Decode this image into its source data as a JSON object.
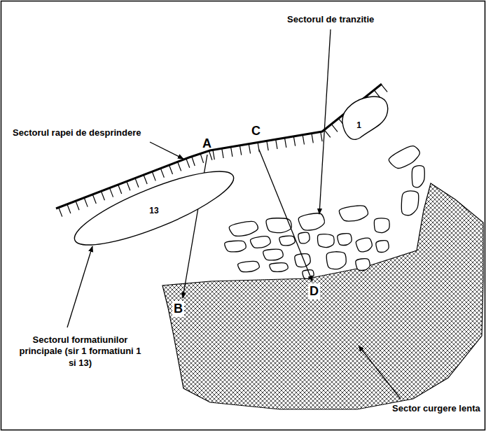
{
  "diagram": {
    "nodes": [
      {
        "text": [
          "1"
        ]
      },
      {
        "text": [
          "13"
        ]
      }
    ],
    "labels": [
      "Sectorul rapei de desprindere",
      "A",
      "C",
      "Sectorul de tranzitie",
      "Sectorul formatiunilor principale (sir 1 formatiuni 1 si 13)",
      "B",
      "D",
      "Sector curgere lenta"
    ]
  }
}
